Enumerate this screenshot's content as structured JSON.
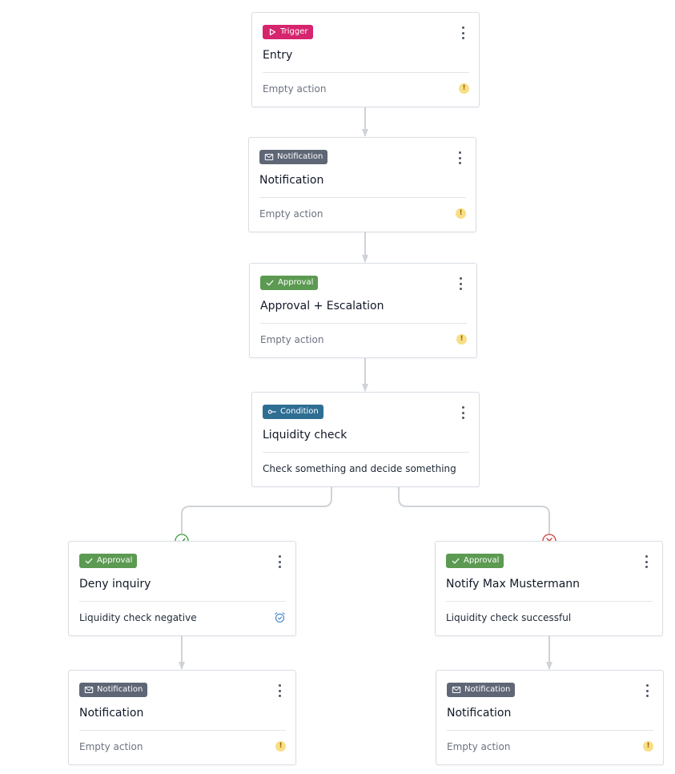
{
  "nodes": [
    {
      "id": "entry",
      "badge": "Trigger",
      "type": "trigger",
      "title": "Entry",
      "footer": "Empty action",
      "footer_style": "muted",
      "indicator": "warning-icon"
    },
    {
      "id": "notification1",
      "badge": "Notification",
      "type": "notification",
      "title": "Notification",
      "footer": "Empty action",
      "footer_style": "muted",
      "indicator": "warning-icon"
    },
    {
      "id": "approval",
      "badge": "Approval",
      "type": "approval",
      "title": "Approval + Escalation",
      "footer": "Empty action",
      "footer_style": "muted",
      "indicator": "warning-icon"
    },
    {
      "id": "condition",
      "badge": "Condition",
      "type": "condition",
      "title": "Liquidity check",
      "footer": "Check something and decide something",
      "footer_style": "strong",
      "indicator": ""
    },
    {
      "id": "deny",
      "badge": "Approval",
      "type": "approval",
      "title": "Deny inquiry",
      "footer": "Liquidity check negative",
      "footer_style": "strong",
      "indicator": "alarm-clock-icon"
    },
    {
      "id": "notify-max",
      "badge": "Approval",
      "type": "approval",
      "title": "Notify Max Mustermann",
      "footer": "Liquidity check successful",
      "footer_style": "strong",
      "indicator": ""
    },
    {
      "id": "notification-left",
      "badge": "Notification",
      "type": "notification",
      "title": "Notification",
      "footer": "Empty action",
      "footer_style": "muted",
      "indicator": "warning-icon"
    },
    {
      "id": "notification-right",
      "badge": "Notification",
      "type": "notification",
      "title": "Notification",
      "footer": "Empty action",
      "footer_style": "muted",
      "indicator": "warning-icon"
    }
  ],
  "warning_glyph": "!",
  "branches": [
    {
      "icon": "check-circle-icon",
      "color": "#3a9a3a"
    },
    {
      "icon": "x-circle-icon",
      "color": "#d23b3b"
    }
  ],
  "colors": {
    "trigger": "#d6246e",
    "notification": "#5f6675",
    "approval": "#5c9a52",
    "condition": "#2e6e93",
    "connector": "#cfd3d8",
    "warning": "#f8df86",
    "alarm": "#3b82c4"
  }
}
